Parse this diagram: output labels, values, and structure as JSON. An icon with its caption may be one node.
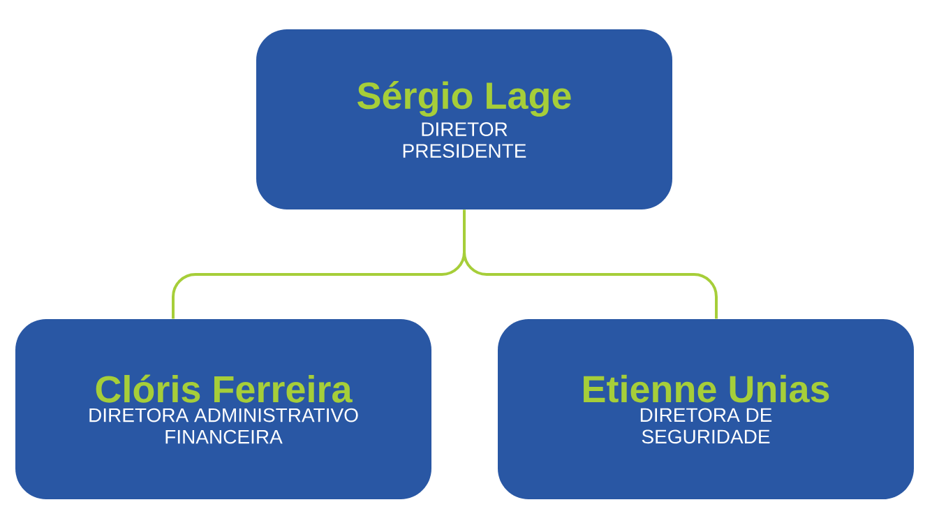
{
  "diagram": {
    "nodes": [
      {
        "text": [
          "Sérgio Lage",
          "DIRETOR PRESIDENTE"
        ]
      },
      {
        "text": [
          "Clóris Ferreira",
          "DIRETORA ADMINISTRATIVO FINANCEIRA"
        ]
      },
      {
        "text": [
          "Etienne Unias",
          "DIRETORA DE SEGURIDADE"
        ]
      }
    ],
    "edges": [
      {
        "from": 0,
        "to": 1,
        "arrow": "none",
        "color": "#a6ce39"
      },
      {
        "from": 0,
        "to": 2,
        "arrow": "none",
        "color": "#a6ce39"
      }
    ]
  }
}
